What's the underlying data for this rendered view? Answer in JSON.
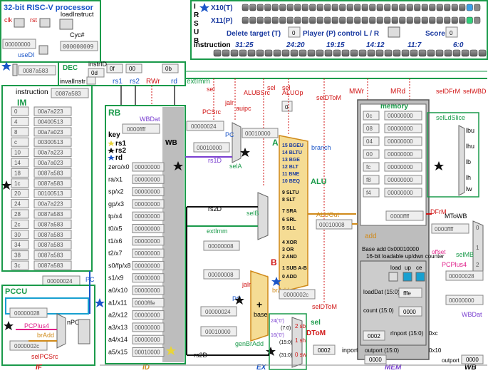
{
  "title": "32-bit RISC-V processor",
  "clk_label": "clk",
  "rst_label": "rst",
  "load_instruct_label": "loadInstruct",
  "cyc_label": "Cyc#",
  "cyc_value": "000000009",
  "use_di_label": "useDI",
  "pc_display": "00000000",
  "instruction_display": "0087a583",
  "dec_label": "DEC",
  "instr_id_label": "instrID",
  "inval_instr_label": "invalInstr",
  "instr_id_value": "0d",
  "dec_small_values": [
    "0f",
    "00",
    "0b"
  ],
  "dec_zero": "0",
  "io_letters": [
    "I",
    "R",
    "S",
    "U",
    "B"
  ],
  "x10_label": "X10(T)",
  "x11_label": "X11(P)",
  "delete_target_label": "Delete target (T)",
  "delete_target_value": "0",
  "player_control_label": "Player (P) control L / R",
  "score_label": "Score",
  "score_value": "0",
  "instruction_label": "instruction",
  "instr_fields": [
    "31:25",
    "24:20",
    "19:15",
    "14:12",
    "11:7",
    "6:0"
  ],
  "rs1_label": "rs1",
  "rs2_label": "rs2",
  "rwr_label": "RWr",
  "rd_label": "rd",
  "extimm_label": "extImm",
  "im_label": "IM",
  "im_instruction_label": "instruction",
  "im_instruction_value": "0087a583",
  "im_rows": [
    {
      "addr": "0",
      "val": "00a7a223"
    },
    {
      "addr": "4",
      "val": "00400513"
    },
    {
      "addr": "8",
      "val": "00a7a023"
    },
    {
      "addr": "c",
      "val": "00300513"
    },
    {
      "addr": "10",
      "val": "00a7a223"
    },
    {
      "addr": "14",
      "val": "00a7a023"
    },
    {
      "addr": "18",
      "val": "0087a583"
    },
    {
      "addr": "1c",
      "val": "0087a583"
    },
    {
      "addr": "20",
      "val": "00100513"
    },
    {
      "addr": "24",
      "val": "00a7a223"
    },
    {
      "addr": "28",
      "val": "0087a583"
    },
    {
      "addr": "2c",
      "val": "0087a583"
    },
    {
      "addr": "30",
      "val": "0087a583"
    },
    {
      "addr": "34",
      "val": "0087a583"
    },
    {
      "addr": "38",
      "val": "0087a583"
    },
    {
      "addr": "3c",
      "val": "0087a583"
    }
  ],
  "rb_label": "RB",
  "wbdat_label": "WBDat",
  "wbdat_value": "0000ffff",
  "wb_label": "WB",
  "key_label": "key",
  "key_items": [
    "rs1",
    "rs2",
    "rd"
  ],
  "registers": [
    {
      "name": "zero/x0",
      "val": "00000000"
    },
    {
      "name": "ra/x1",
      "val": "00000000"
    },
    {
      "name": "sp/x2",
      "val": "00000000"
    },
    {
      "name": "gp/x3",
      "val": "00000000"
    },
    {
      "name": "tp/x4",
      "val": "00000000"
    },
    {
      "name": "t0/x5",
      "val": "00000000"
    },
    {
      "name": "t1/x6",
      "val": "00000000"
    },
    {
      "name": "t2/x7",
      "val": "00000000"
    },
    {
      "name": "s0/fp/x8",
      "val": "00000000"
    },
    {
      "name": "s1/x9",
      "val": "00000000"
    },
    {
      "name": "a0/x10",
      "val": "00000000"
    },
    {
      "name": "a1/x11",
      "val": "0000fffe"
    },
    {
      "name": "a2/x12",
      "val": "00000000"
    },
    {
      "name": "a3/x13",
      "val": "00000000"
    },
    {
      "name": "a4/x14",
      "val": "00000000"
    },
    {
      "name": "a5/x15",
      "val": "00010000"
    }
  ],
  "pcc_label": "PCCU",
  "pcc_value": "00000028",
  "pcplus4_label": "PCPlus4",
  "bradd_label": "brAdd",
  "npc_label": "nPC",
  "pcc_zero_value": "0000002c",
  "selpcsrc_label": "selPCSrc",
  "if_label": "IF",
  "id_label": "ID",
  "ex_label": "EX",
  "mem_label": "MEM",
  "wb_stage_label": "WB",
  "pc_label": "PC",
  "pc_value_24": "00000024",
  "sel_label": "sel",
  "pcsrc_label": "PCSrc",
  "jalr_label": "jalr",
  "auipc_label": "auipc",
  "alubsrc_label": "ALUBSrc",
  "aluop_label": "ALUOp",
  "aluop_value": "0",
  "seldtom_label": "selDToM",
  "rs1d_label": "rs1D",
  "rs2d_label": "rs2D",
  "rs1d_value": "00010000",
  "sela_label": "selA",
  "selb_label": "selB",
  "rs2d_value": "00000008",
  "extimm_value": "00000008",
  "pc_a_value": "00000024",
  "alu_label": "ALU",
  "alu_a_label": "A",
  "alu_b_label": "B",
  "alu_ops": [
    "15 BGEU",
    "14 BLTU",
    "13 BGE",
    "12 BLT",
    "11 BNE",
    "10 BEQ",
    "9 SLTU",
    "8 SLT",
    "7 SRA",
    "6 SRL",
    "5 SLL",
    "4 XOR",
    "3 OR",
    "2 AND",
    "1 SUB A-B",
    "0 ADD"
  ],
  "branch_label": "branch",
  "aluout_label": "ALUOut",
  "aluout_value": "00010008",
  "add_label": "add",
  "offset_label": "offset",
  "bradd_value": "0000002c",
  "jalr2_label": "jalr",
  "base_label": "base",
  "genbradd_label": "genBrAdd",
  "pc2_label": "PC",
  "pc2_value": "00000024",
  "genbradd_input_value": "00010000",
  "extimm2_value": "00000008",
  "seldtom2_label": "selDToM",
  "dtom_label": "DToM",
  "dtom_value": "0002",
  "mux_in_labels": [
    "24('0')",
    "(7:0)",
    "16('0')",
    "(15:0)",
    "(31:0)"
  ],
  "mux_sel_labels": [
    "2 sb",
    "1 sh",
    "0 sw"
  ],
  "mwr_label": "MWr",
  "mrd_label": "MRd",
  "memory_label": "memory",
  "memory_rows": [
    {
      "addr": "0c",
      "val": "00000000"
    },
    {
      "addr": "08",
      "val": "00000000"
    },
    {
      "addr": "04",
      "val": "00000000"
    },
    {
      "addr": "00",
      "val": "00000000"
    },
    {
      "addr": "fc",
      "val": "00000000"
    },
    {
      "addr": "f8",
      "val": "00000000"
    },
    {
      "addr": "f4",
      "val": "00000000"
    }
  ],
  "mem_out_value": "0000ffff",
  "base_add_text": "Base add 0x00010000",
  "counter_label": "16-bit loadable up/dwn counter",
  "counter_buttons": [
    "load",
    "up",
    "ce"
  ],
  "loaddat_label": "loadDat (15:0)",
  "loaddat_value": "fffe",
  "count_label": "count (15:0)",
  "count_value": "0000",
  "rinport_value": "0002",
  "rinport_label": "rInport (15:0)",
  "inport_label": "inport",
  "outport_label": "outport (15:0)",
  "outport_value": "0000",
  "port_addr_labels": [
    "0xc",
    "0x10"
  ],
  "outport_right_label": "outport",
  "outport_right_value": "0000",
  "seldfrm_label": "selDFrM",
  "selwbd_label": "selWBD",
  "selldslice_label": "selLdSlice",
  "ld_labels": [
    "lbu",
    "lhu",
    "lb",
    "lh",
    "lw"
  ],
  "dfrm_label": "DFrM",
  "mtowb_label": "MToWB",
  "mtowb_value": "0000ffff",
  "selmb_label": "selMB",
  "pcplus4_2_label": "PCPlus4",
  "pcplus4_2_value": "00000028",
  "wbdat2_label": "WBDat",
  "wbdat2_value": "00000000",
  "sel_mb_nums": [
    "0",
    "1",
    "2"
  ],
  "colors": {
    "green": "#1a9a4a",
    "blue": "#1a55c8",
    "red": "#d01414",
    "orange": "#d08a1a",
    "purple": "#7a3fd0",
    "magenta": "#e0208a",
    "cyan": "#18a0d0",
    "alu_fill": "#f5dc94",
    "grey_panel": "#bdbdbd"
  }
}
